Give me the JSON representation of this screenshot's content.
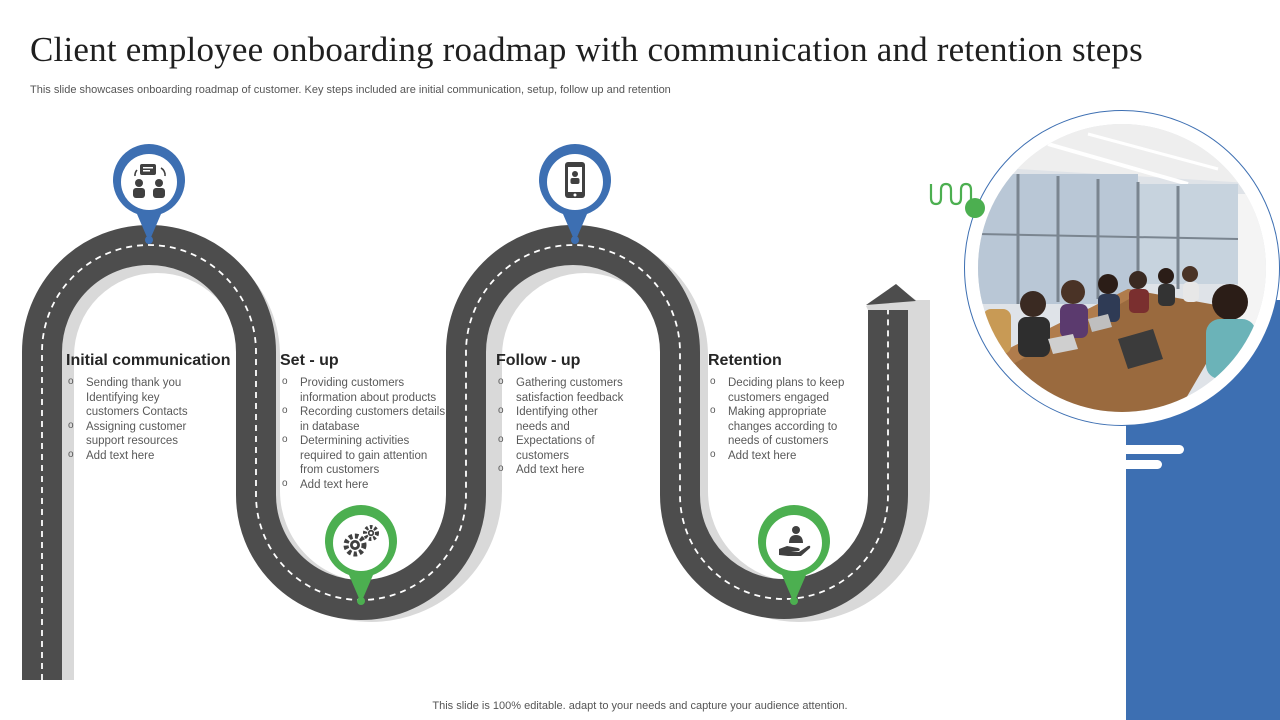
{
  "title": "Client employee onboarding roadmap with communication and retention steps",
  "subtitle": "This slide showcases onboarding roadmap of customer. Key steps included are initial communication, setup, follow up and retention",
  "footer": "This slide is 100% editable. adapt to your needs and capture your audience attention.",
  "steps": [
    {
      "title": "Initial communication",
      "icon": "communication-icon",
      "items": [
        "Sending thank you Identifying key customers Contacts",
        "Assigning customer support resources",
        "Add text here"
      ]
    },
    {
      "title": "Set - up",
      "icon": "gears-icon",
      "items": [
        "Providing customers information about products",
        "Recording customers details in database",
        "Determining activities required to gain attention from customers",
        "Add text here"
      ]
    },
    {
      "title": "Follow - up",
      "icon": "mobile-video-call-icon",
      "items": [
        "Gathering customers satisfaction feedback",
        "Identifying other needs and",
        "Expectations of customers",
        "Add text here"
      ]
    },
    {
      "title": "Retention",
      "icon": "hand-user-icon",
      "items": [
        "Deciding plans to keep customers engaged",
        "Making appropriate changes according to needs of customers",
        "Add text here"
      ]
    }
  ],
  "colors": {
    "road": "#4d4d4d",
    "road_shadow": "#d9d9d9",
    "blue": "#3d6fb2",
    "green": "#4caf50",
    "text": "#595959"
  }
}
